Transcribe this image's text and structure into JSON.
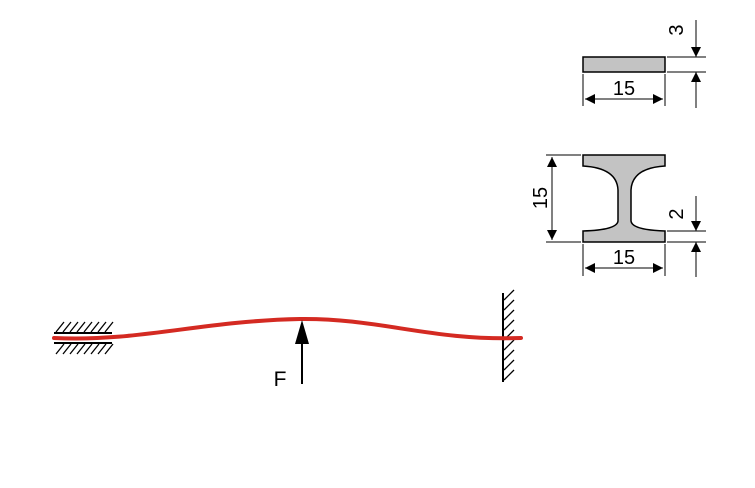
{
  "colors": {
    "beam": "#d42a22",
    "section_fill": "#c3c3c3",
    "ink": "#000000"
  },
  "beam": {
    "force_label": "F"
  },
  "flat_section": {
    "width_label": "15",
    "thickness_label": "3"
  },
  "i_section": {
    "width_label": "15",
    "height_label": "15",
    "flange_label": "2"
  }
}
